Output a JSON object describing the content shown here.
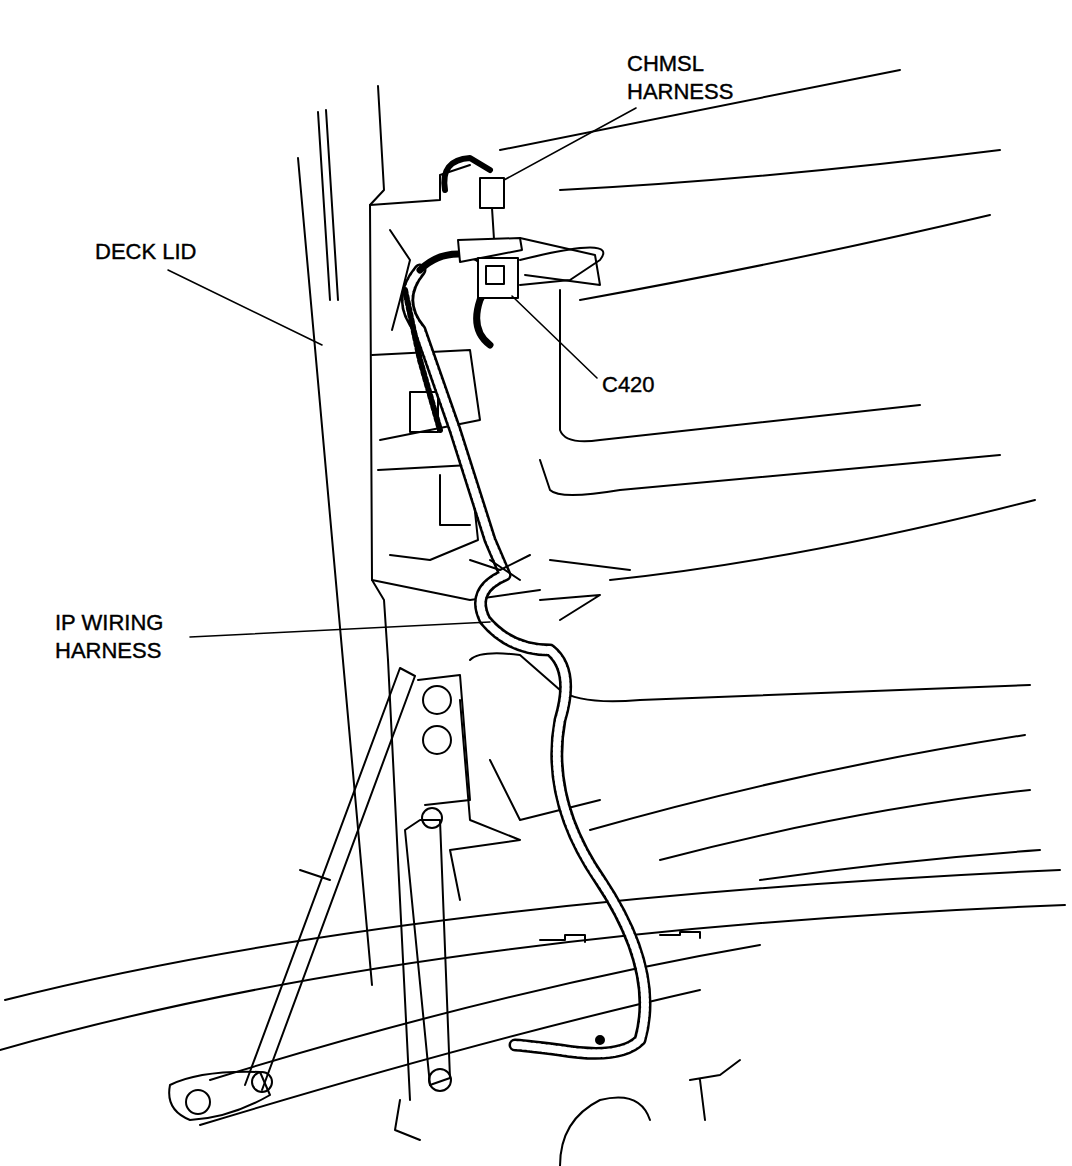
{
  "diagram": {
    "labels": [
      "CHMSL HARNESS",
      "DECK LID",
      "C420",
      "IP WIRING HARNESS"
    ]
  }
}
